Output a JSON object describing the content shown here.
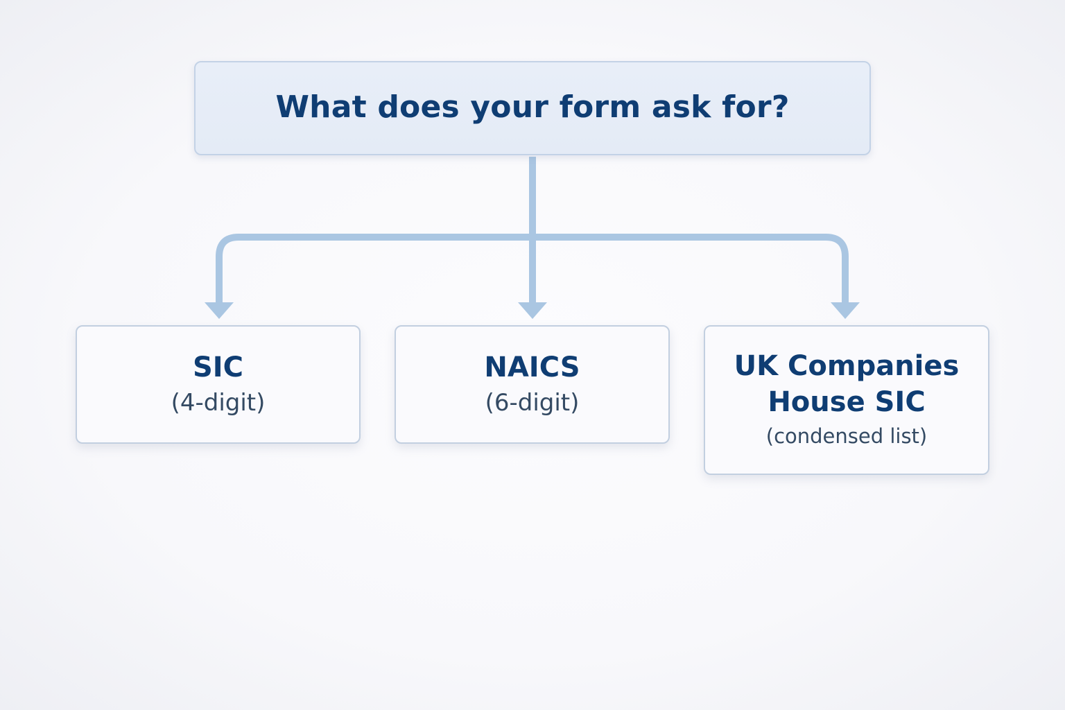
{
  "diagram": {
    "question": "What does your form ask for?",
    "colors": {
      "title_text": "#0f3d73",
      "subtitle_text": "#344a63",
      "connector": "#a9c6e2",
      "question_fill": "#e6edf7",
      "question_border": "#c3d2e6",
      "option_fill": "#fafafd",
      "option_border": "#c2cfe0"
    },
    "options": [
      {
        "title": "SIC",
        "subtitle": "(4-digit)"
      },
      {
        "title": "NAICS",
        "subtitle": "(6-digit)"
      },
      {
        "title_line1": "UK Companies",
        "title_line2": "House SIC",
        "subtitle": "(condensed list)"
      }
    ],
    "connectors": [
      {
        "from": "question",
        "to": "SIC"
      },
      {
        "from": "question",
        "to": "NAICS"
      },
      {
        "from": "question",
        "to": "UK Companies House SIC"
      }
    ]
  }
}
